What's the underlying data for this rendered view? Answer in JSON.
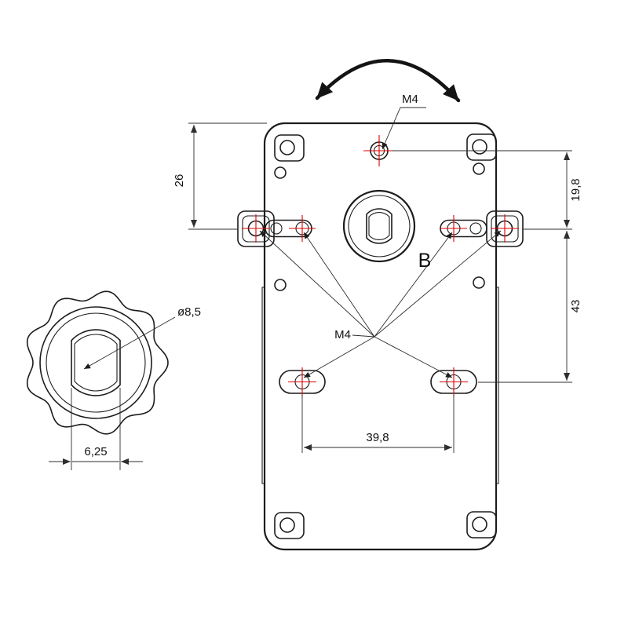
{
  "drawing": {
    "labels": {
      "thread_top": "M4",
      "thread_group": "M4",
      "view_b": "B",
      "shaft_diameter": "ø8,5"
    },
    "dimensions": {
      "top_to_tab_axis": "26",
      "thread_to_tab_axis": "19,8",
      "tab_axis_to_lower_holes": "43",
      "lower_holes_spacing": "39,8",
      "shaft_flat_width": "6,25"
    },
    "colors": {
      "line": "#1c1c1c",
      "center_mark": "#e10000",
      "background": "#ffffff"
    }
  }
}
